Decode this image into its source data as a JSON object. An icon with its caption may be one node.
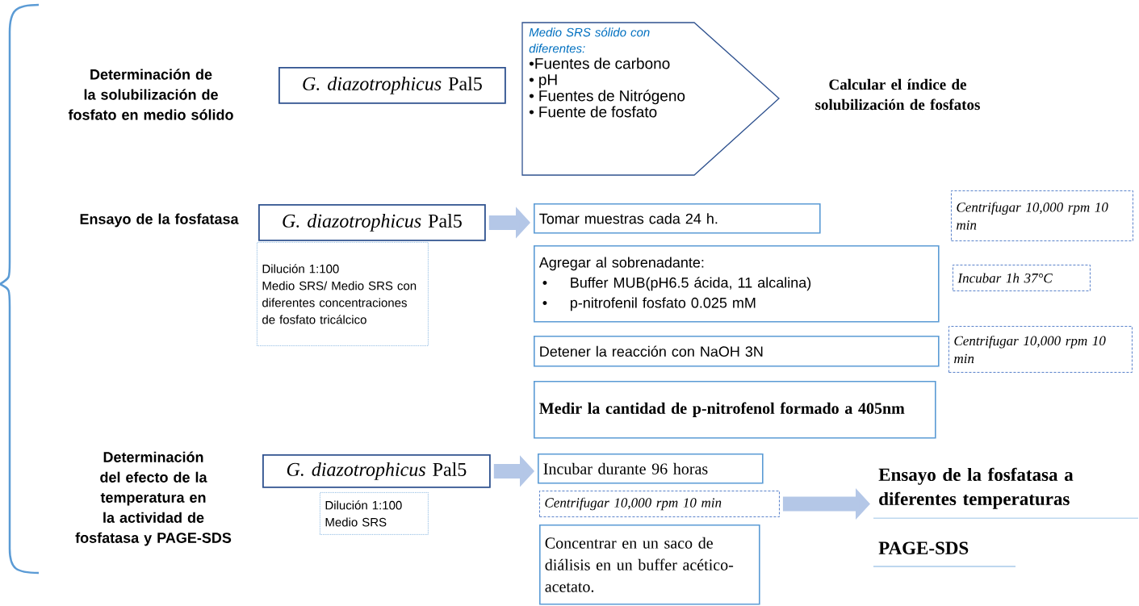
{
  "diagram": {
    "nodes": [
      {
        "text": [
          "*G. diazotrophicus* Pal5"
        ]
      },
      {
        "text": [
          "Medio SRS  sólido con diferentes:",
          "•Fuentes de carbono",
          "• pH",
          "• Fuentes de Nitrógeno",
          "• Fuente de fosfato"
        ]
      },
      {
        "text": [
          "*G. diazotrophicus* Pal5"
        ]
      },
      {
        "text": [
          "Dilución 1:100",
          "Medio SRS/ Medio SRS con diferentes concentraciones de fosfato tricálcico"
        ]
      },
      {
        "text": [
          "Tomar muestras cada 24 h."
        ]
      },
      {
        "text": [
          "Agregar al sobrenadante:",
          "•",
          "Buffer MUB(pH6.5 ácida, 11 alcalina)",
          "•",
          "p-nitrofenil fosfato 0.025 mM"
        ]
      },
      {
        "text": [
          "Detener la reacción con NaOH 3N"
        ]
      },
      {
        "text": [
          "Medir la cantidad de p-nitrofenol formado a 405nm"
        ]
      },
      {
        "text": [
          "Centrifugar 10,000 rpm 10 min"
        ]
      },
      {
        "text": [
          "Incubar 1h 37°C"
        ]
      },
      {
        "text": [
          "Centrifugar 10,000 rpm 10 min"
        ]
      },
      {
        "text": [
          "*G. diazotrophicus* Pal5"
        ]
      },
      {
        "text": [
          "Dilución 1:100",
          "Medio SRS"
        ]
      },
      {
        "text": [
          "Incubar durante 96 horas"
        ]
      },
      {
        "text": [
          "Centrifugar 10,000 rpm 10 min"
        ]
      },
      {
        "text": [
          "Concentrar en un saco de diálisis en un buffer acético-acetato."
        ]
      },
      {
        "text": [
          "Ensayo de la fosfatasa  a diferentes temperaturas"
        ]
      },
      {
        "text": [
          "PAGE-SDS"
        ]
      }
    ],
    "edges": [
      {
        "from": 2,
        "to": 4,
        "arrow": "to"
      },
      {
        "from": 11,
        "to": 13,
        "arrow": "to"
      },
      {
        "from": 14,
        "to": 16,
        "arrow": "to"
      }
    ],
    "labels": [
      "Determinación de la solubilización de fosfato en medio sólido",
      "Calcular el índice de solubilización de fosfatos",
      "Ensayo de la fosfatasa",
      "Determinación del efecto de la temperatura en la actividad de fosfatasa y PAGE-SDS"
    ]
  }
}
